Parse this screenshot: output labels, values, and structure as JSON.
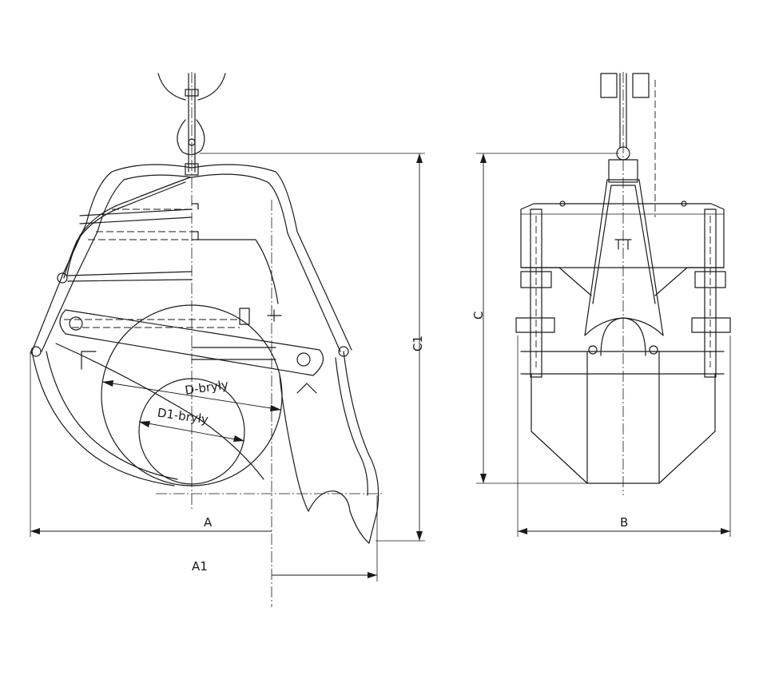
{
  "drawing": {
    "labels": {
      "A": "A",
      "A1": "A1",
      "B": "B",
      "C": "C",
      "C1": "C1",
      "D": "D-bryły",
      "D1": "D1-bryły"
    }
  }
}
